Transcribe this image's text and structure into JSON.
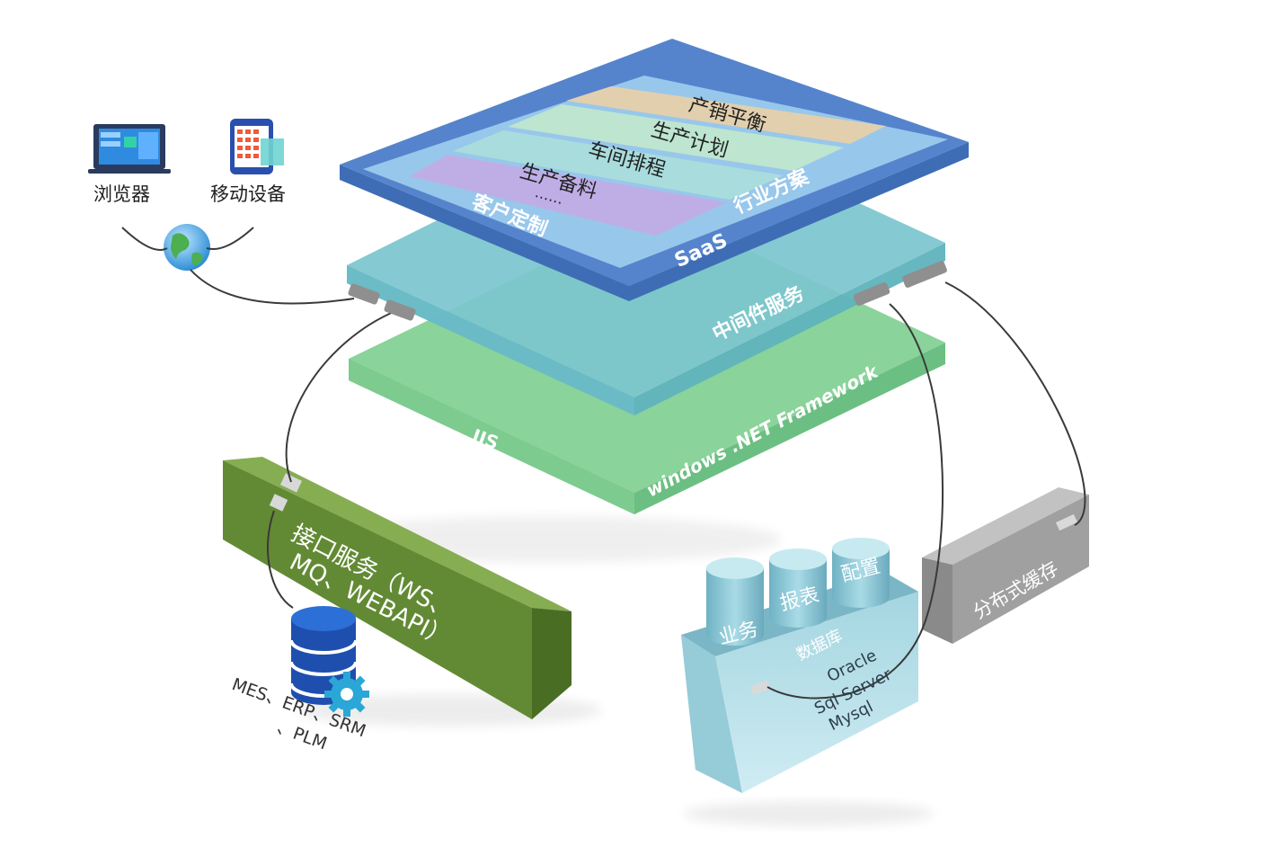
{
  "clients": {
    "browser": "浏览器",
    "mobile": "移动设备"
  },
  "saas": {
    "layers": [
      "产销平衡",
      "生产计划",
      "车间排程",
      "生产备料"
    ],
    "ellipsis": "……",
    "custom": "客户定制",
    "industry": "行业方案",
    "name": "SaaS"
  },
  "middleware": "中间件服务",
  "platform": {
    "iis": "IIS",
    "framework": "windows  .NET Framework"
  },
  "interface": {
    "line1": "接口服务（WS、",
    "line2": "MQ、WEBAPI）",
    "systems": [
      "MES、ERP、SRM",
      "、PLM"
    ]
  },
  "database": {
    "cylinders": [
      "业务",
      "报表",
      "配置"
    ],
    "label": "数据库",
    "engines": [
      "Oracle",
      "Sql Server",
      "Mysql"
    ]
  },
  "cache": "分布式缓存",
  "colors": {
    "saas_outer": "#4f7cc4",
    "saas_inner": "#9cc8ee",
    "middleware": "#7cc6cf",
    "platform": "#8ad39a",
    "interface_box": "#628a34",
    "database": "#8cc9d8",
    "cache": "#9e9e9e"
  }
}
